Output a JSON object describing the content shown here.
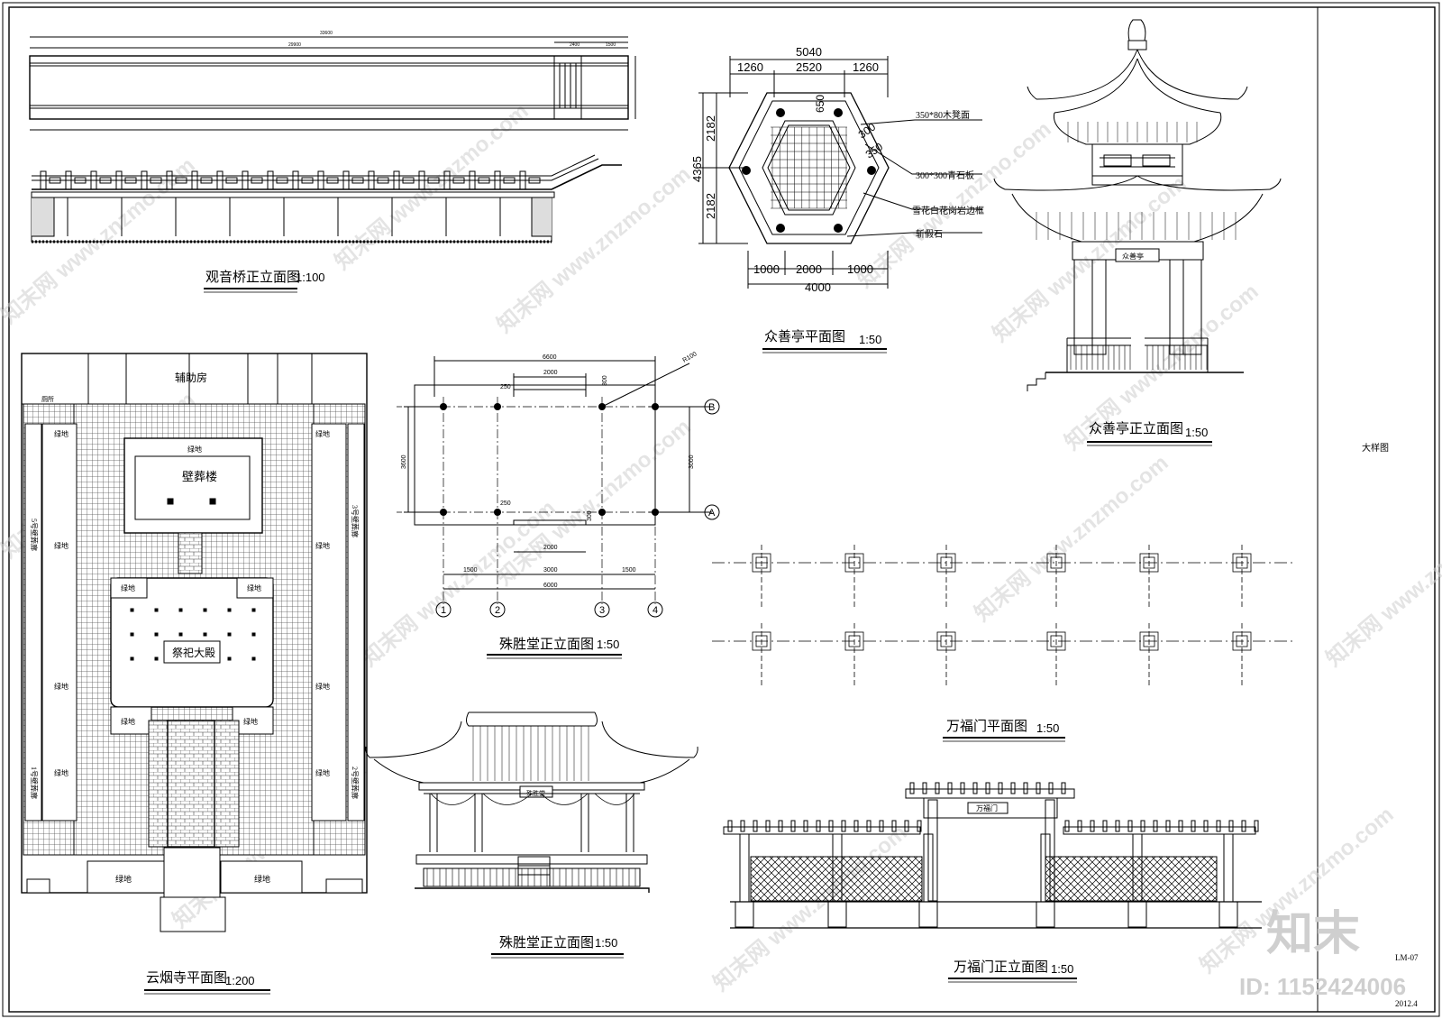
{
  "sheet": {
    "label": "大样图",
    "code": "LM-07",
    "date": "2012.4"
  },
  "bridge": {
    "title": "观音桥正立面图",
    "scale": "1:100",
    "dims": [
      "33600",
      "29900",
      "2400",
      "1500"
    ]
  },
  "pavilion_plan": {
    "title": "众善亭平面图",
    "scale": "1:50",
    "top_total": "5040",
    "top_dims": [
      "1260",
      "2520",
      "1260"
    ],
    "bottom_dims": [
      "1000",
      "2000",
      "1000"
    ],
    "bottom_total": "4000",
    "left_total": "4365",
    "left_dims": [
      "2182",
      "2182"
    ],
    "inner_dims": [
      "650",
      "300",
      "350"
    ],
    "notes": [
      "350*80木凳面",
      "300*300青石板",
      "雪花白花岗岩边框",
      "斩假石"
    ]
  },
  "pavilion_elev": {
    "title": "众善亭正立面图",
    "scale": "1:50",
    "plaque": "众善亭"
  },
  "temple": {
    "title": "云烟寺平面图",
    "scale": "1:200",
    "aux": "辅助房",
    "toilet": "厕所",
    "green": "绿地",
    "tower": "壁葬楼",
    "hall": "祭祀大殿",
    "corridors": [
      "5号壁葬廊",
      "3号壁葬廊",
      "1号壁葬廊",
      "2号壁葬廊"
    ]
  },
  "hall_plan": {
    "title": "殊胜堂正立面图",
    "scale": "1:50",
    "top_total": "6600",
    "top_mid": "2000",
    "offset": "250",
    "small": "300",
    "radius": "R100",
    "left": "3600",
    "right": "3000",
    "bottom_dims": [
      "1500",
      "3000",
      "1500"
    ],
    "bottom_total": "6000",
    "axes_row": [
      "B",
      "A"
    ],
    "axes_col": [
      "1",
      "2",
      "3",
      "4"
    ]
  },
  "hall_elev": {
    "title": "殊胜堂正立面图",
    "scale": "1:50",
    "plaque": "殊胜堂"
  },
  "gate_plan": {
    "title": "万福门平面图",
    "scale": "1:50"
  },
  "gate_elev": {
    "title": "万福门正立面图",
    "scale": "1:50",
    "plaque": "万福门"
  },
  "watermark": {
    "site": "www.znzmo.com",
    "brand": "知末网",
    "logo": "知末",
    "id": "ID: 1152424006"
  }
}
